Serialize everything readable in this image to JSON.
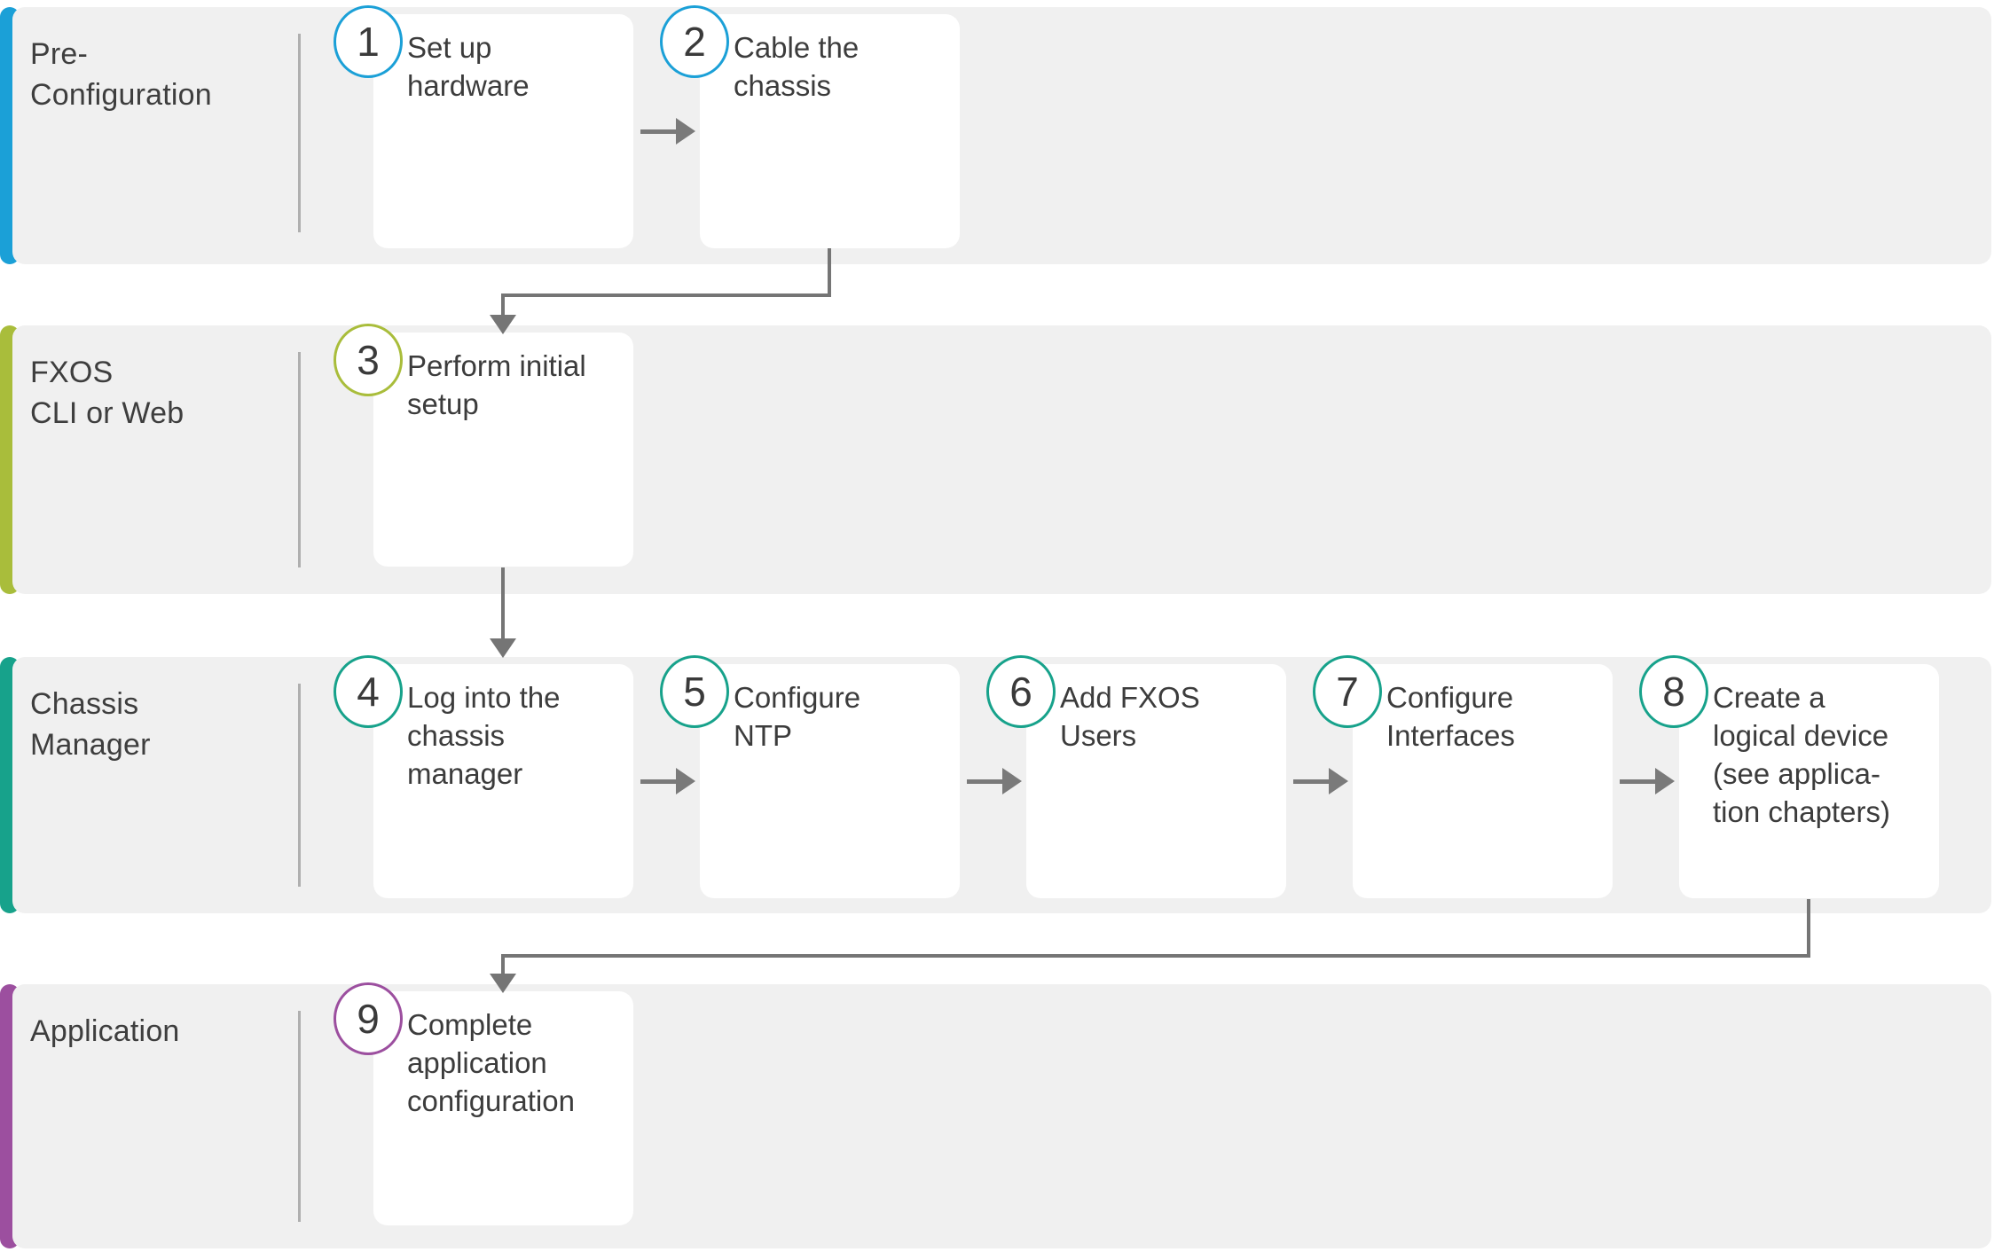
{
  "diagram": {
    "rows": [
      {
        "label": "Pre-\nConfiguration",
        "accent": "#1BA0D7"
      },
      {
        "label": "FXOS\nCLI or Web",
        "accent": "#A9BD3B"
      },
      {
        "label": "Chassis\nManager",
        "accent": "#17A28B"
      },
      {
        "label": "Application",
        "accent": "#9C4F9F"
      }
    ],
    "steps": [
      {
        "number": "1",
        "label": "Set up\nhardware",
        "accent": "#1BA0D7"
      },
      {
        "number": "2",
        "label": "Cable the\nchassis",
        "accent": "#1BA0D7"
      },
      {
        "number": "3",
        "label": "Perform initial\nsetup",
        "accent": "#A9BD3B"
      },
      {
        "number": "4",
        "label": "Log into the\nchassis\nmanager",
        "accent": "#17A28B"
      },
      {
        "number": "5",
        "label": "Configure\nNTP",
        "accent": "#17A28B"
      },
      {
        "number": "6",
        "label": "Add FXOS\nUsers",
        "accent": "#17A28B"
      },
      {
        "number": "7",
        "label": "Configure\nInterfaces",
        "accent": "#17A28B"
      },
      {
        "number": "8",
        "label": "Create a\nlogical device\n(see applica-\ntion chapters)",
        "accent": "#17A28B"
      },
      {
        "number": "9",
        "label": "Complete\napplication\nconfiguration",
        "accent": "#9C4F9F"
      }
    ],
    "colors": {
      "band": "#F0F0F0",
      "card": "#FFFFFF",
      "connector": "#757575",
      "arrow": "#7A7A7A",
      "divider": "#AFAFAF",
      "text": "#3C3C3C"
    }
  }
}
